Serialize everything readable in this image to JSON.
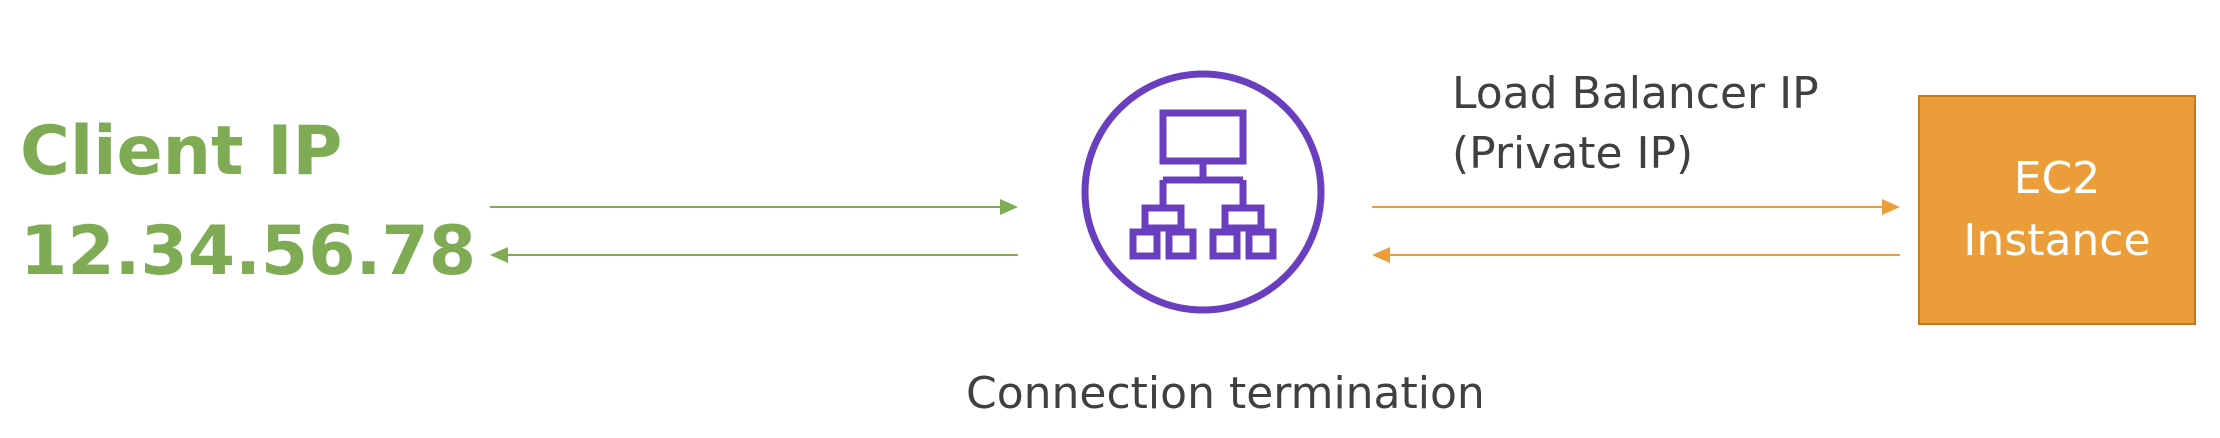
{
  "client": {
    "label": "Client IP",
    "ip": "12.34.56.78"
  },
  "load_balancer": {
    "label_line1": "Load Balancer IP",
    "label_line2": "(Private IP)",
    "icon": "load-balancer-icon",
    "caption": "Connection termination"
  },
  "ec2": {
    "line1": "EC2",
    "line2": "Instance"
  },
  "colors": {
    "client_green": "#7fab55",
    "lb_purple": "#6a3fbf",
    "ec2_orange": "#eb9d3a",
    "text_gray": "#404040"
  }
}
